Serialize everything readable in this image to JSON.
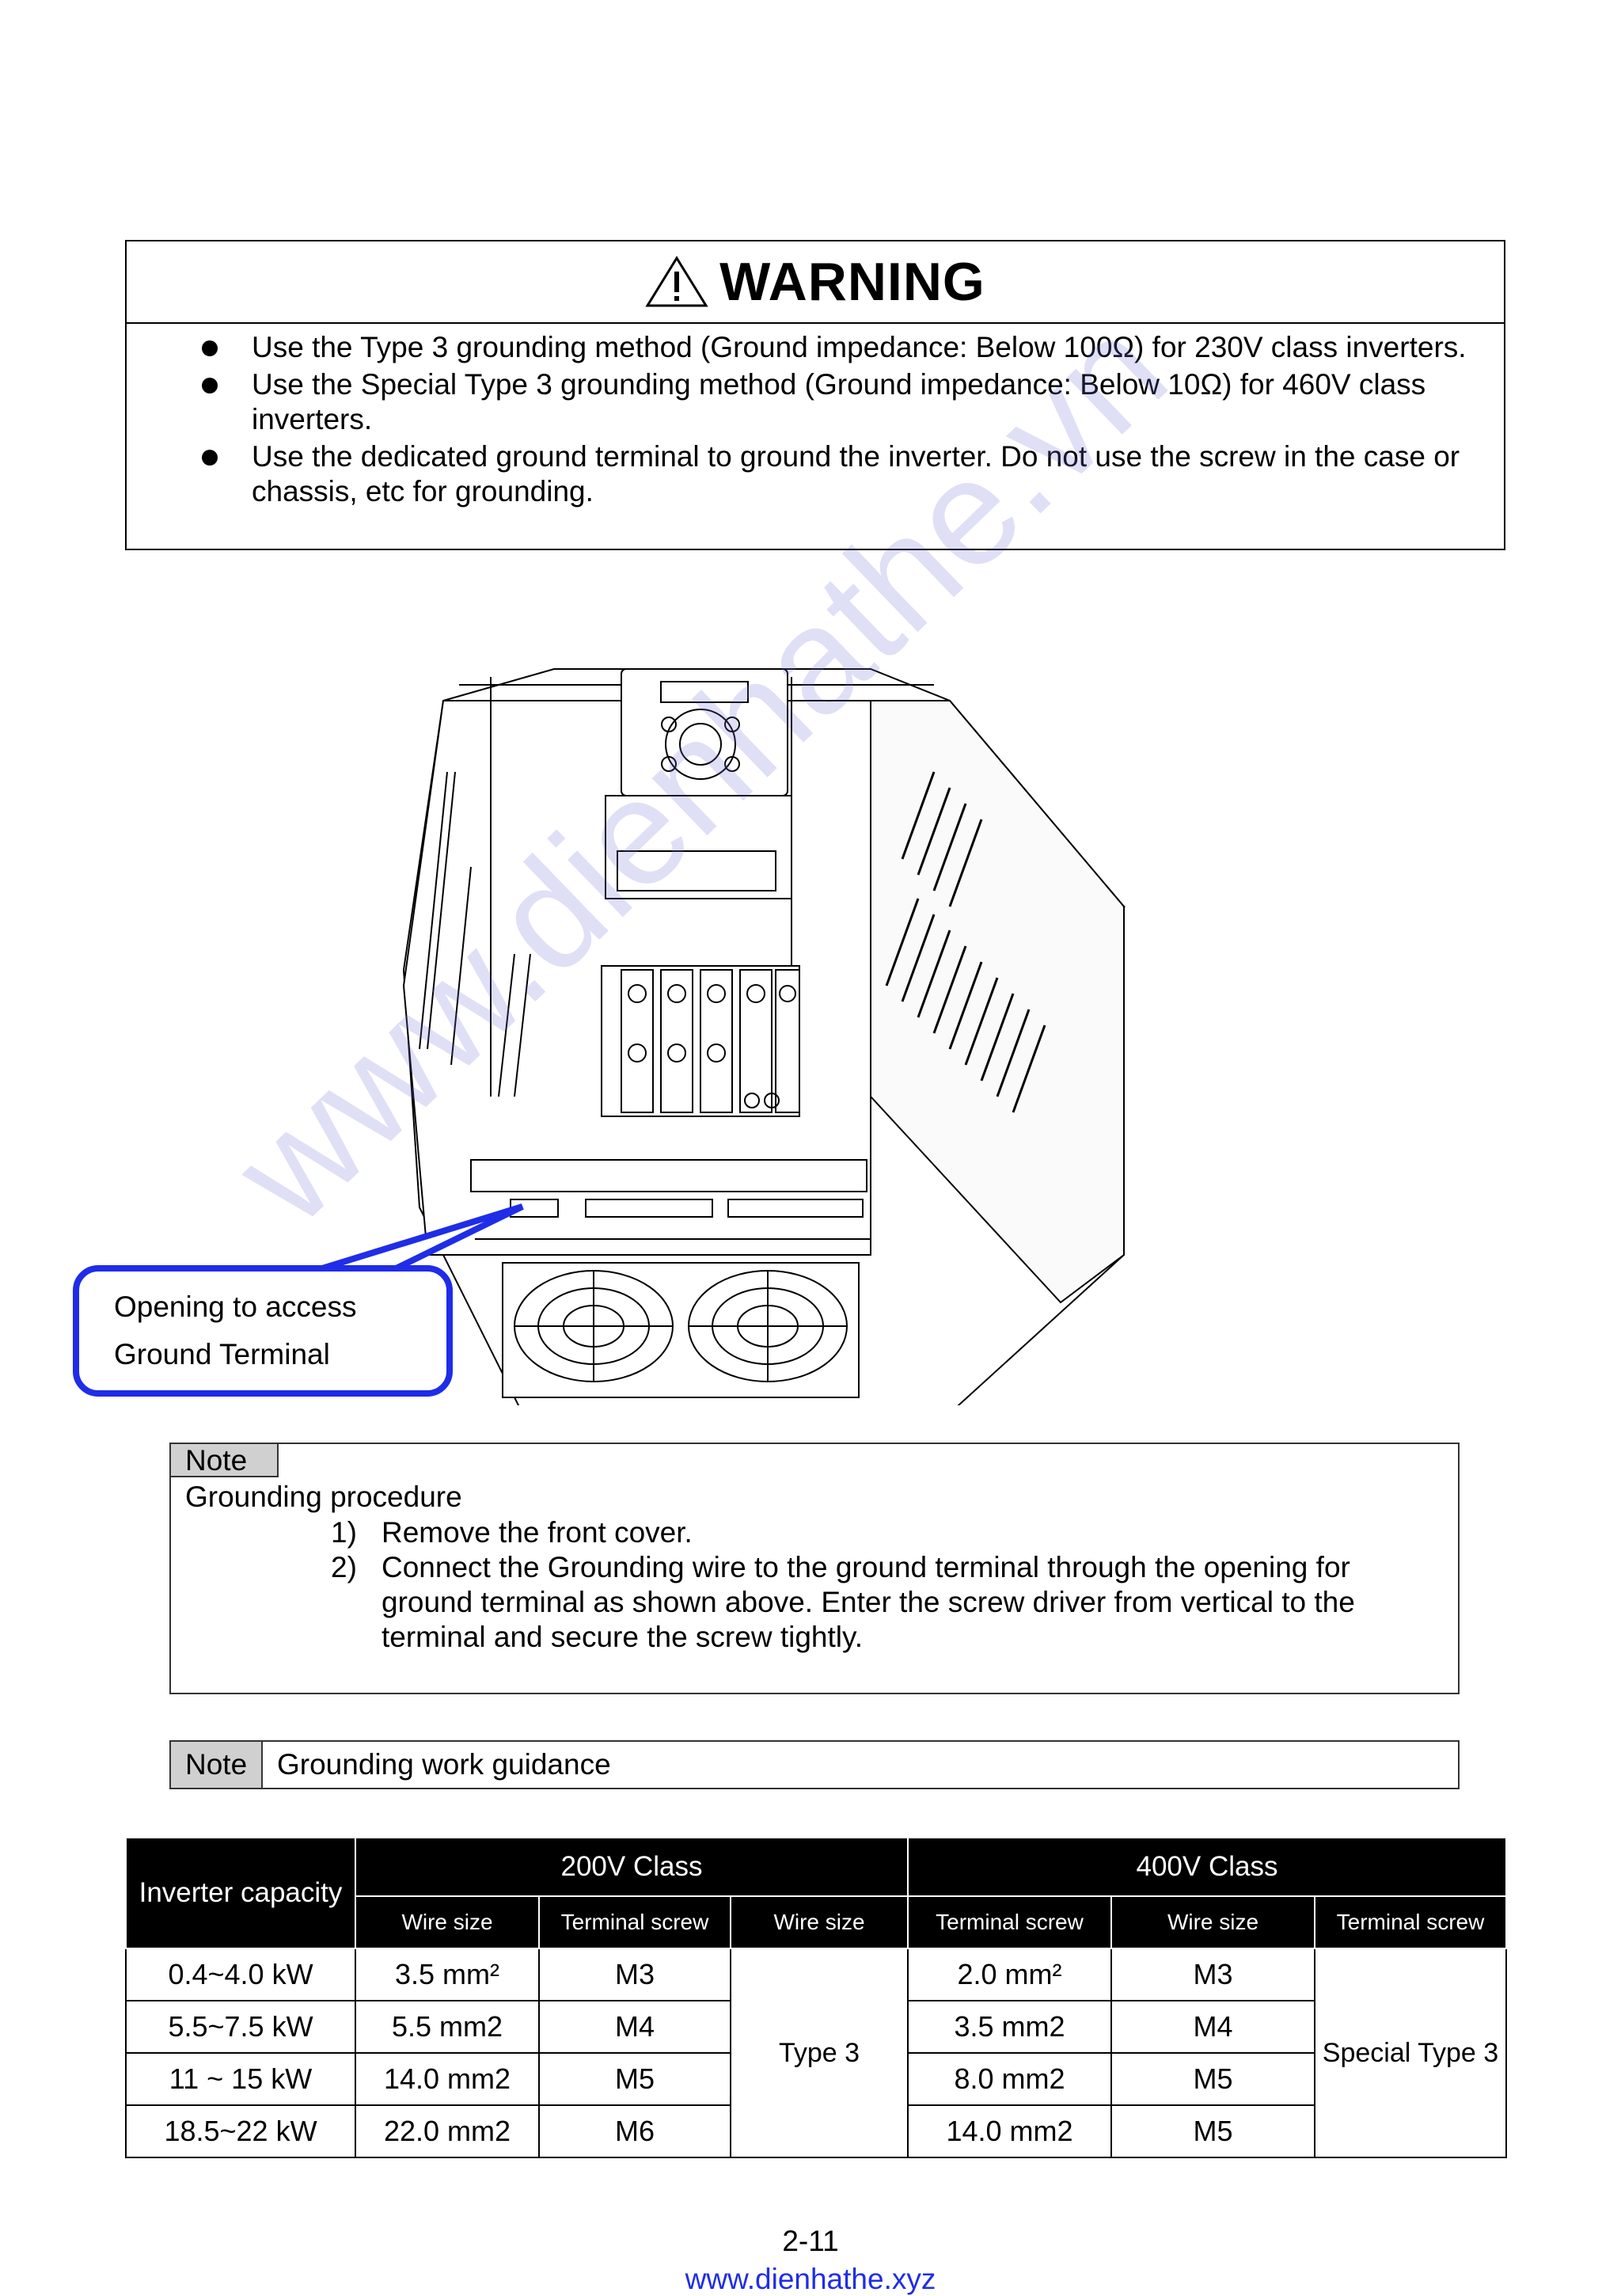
{
  "warning": {
    "title": "WARNING",
    "items": [
      "Use the Type 3 grounding method (Ground impedance: Below 100Ω) for 230V class inverters.",
      "Use the Special Type 3 grounding method (Ground impedance: Below 10Ω) for 460V class inverters.",
      "Use the dedicated ground terminal to ground the inverter. Do not use the screw in the case or chassis, etc for grounding."
    ]
  },
  "callout": {
    "line1": "Opening to access",
    "line2": "Ground Terminal"
  },
  "note1": {
    "tag": "Note",
    "heading": "Grounding procedure",
    "steps": [
      {
        "num": "1)",
        "text": "Remove the front cover."
      },
      {
        "num": "2)",
        "text": "Connect the Grounding wire to the ground terminal through the opening for ground terminal as shown above. Enter the screw driver from vertical to the terminal and secure the screw tightly."
      }
    ]
  },
  "note2": {
    "tag": "Note",
    "text": "Grounding work guidance"
  },
  "table": {
    "capacity_header": "Inverter capacity",
    "class200_header": "200V Class",
    "class400_header": "400V Class",
    "sub_headers": [
      "Wire size",
      "Terminal screw",
      "Wire size",
      "Terminal screw",
      "Wire size",
      "Terminal screw"
    ],
    "rows": [
      {
        "capacity": "0.4~4.0 kW",
        "w200": "3.5 mm²",
        "s200": "M3",
        "w400": "2.0 mm²",
        "s400": "M3"
      },
      {
        "capacity": "5.5~7.5 kW",
        "w200": "5.5 mm2",
        "s200": "M4",
        "w400": "3.5 mm2",
        "s400": "M4"
      },
      {
        "capacity": "11 ~ 15 kW",
        "w200": "14.0 mm2",
        "s200": "M5",
        "w400": "8.0 mm2",
        "s400": "M5"
      },
      {
        "capacity": "18.5~22 kW",
        "w200": "22.0 mm2",
        "s200": "M6",
        "w400": "14.0 mm2",
        "s400": "M5"
      }
    ],
    "type200": "Type 3",
    "type400": "Special Type 3"
  },
  "footer": {
    "page_number": "2-11",
    "url": "www.dienhathe.xyz"
  },
  "watermark": {
    "text": "www.dienhathe.vn"
  }
}
